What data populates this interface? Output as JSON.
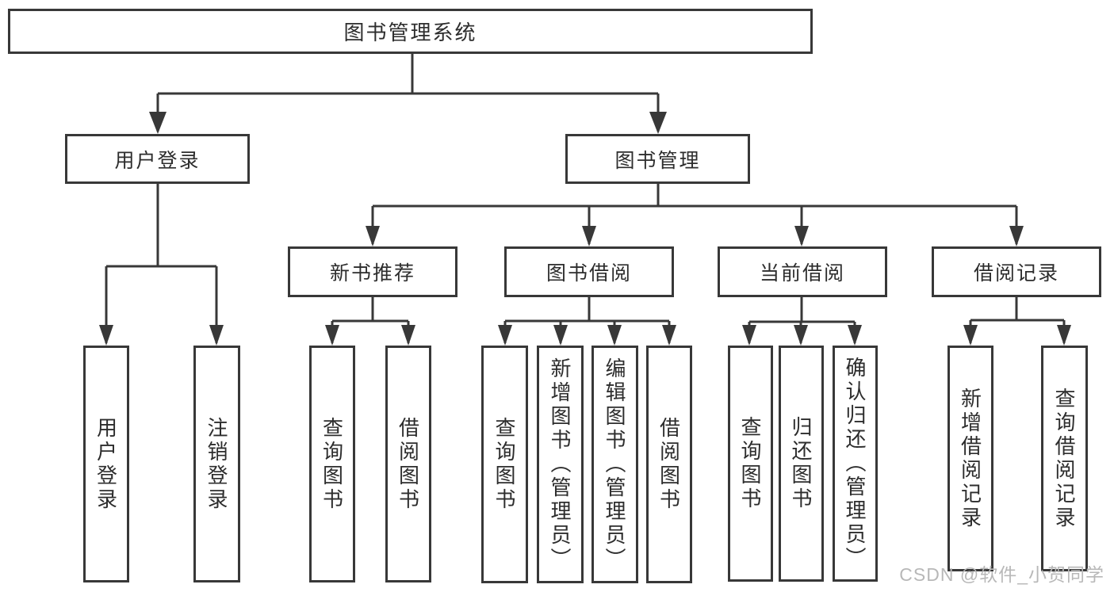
{
  "nodes": {
    "root": "图书管理系统",
    "user_login": "用户登录",
    "book_mgmt": "图书管理",
    "login": "用户登录",
    "logout": "注销登录",
    "new_book": "新书推荐",
    "borrow": "图书借阅",
    "current": "当前借阅",
    "record": "借阅记录",
    "nb_query": "查询图书",
    "nb_borrow": "借阅图书",
    "bw_query": "查询图书",
    "bw_add": "新增图书（管理员）",
    "bw_edit": "编辑图书（管理员）",
    "bw_borrow": "借阅图书",
    "cu_query": "查询图书",
    "cu_return": "归还图书",
    "cu_confirm": "确认归还（管理员）",
    "rc_add": "新增借阅记录",
    "rc_query": "查询借阅记录"
  },
  "hierarchy": {
    "图书管理系统": {
      "用户登录": [
        "用户登录",
        "注销登录"
      ],
      "图书管理": {
        "新书推荐": [
          "查询图书",
          "借阅图书"
        ],
        "图书借阅": [
          "查询图书",
          "新增图书（管理员）",
          "编辑图书（管理员）",
          "借阅图书"
        ],
        "当前借阅": [
          "查询图书",
          "归还图书",
          "确认归还（管理员）"
        ],
        "借阅记录": [
          "新增借阅记录",
          "查询借阅记录"
        ]
      }
    }
  },
  "watermark": "CSDN @软件_小贺同学",
  "colors": {
    "line": "#383838",
    "box_border": "#383838",
    "text": "#2d2d2d",
    "watermark": "#b8b8b8",
    "background": "#ffffff"
  }
}
